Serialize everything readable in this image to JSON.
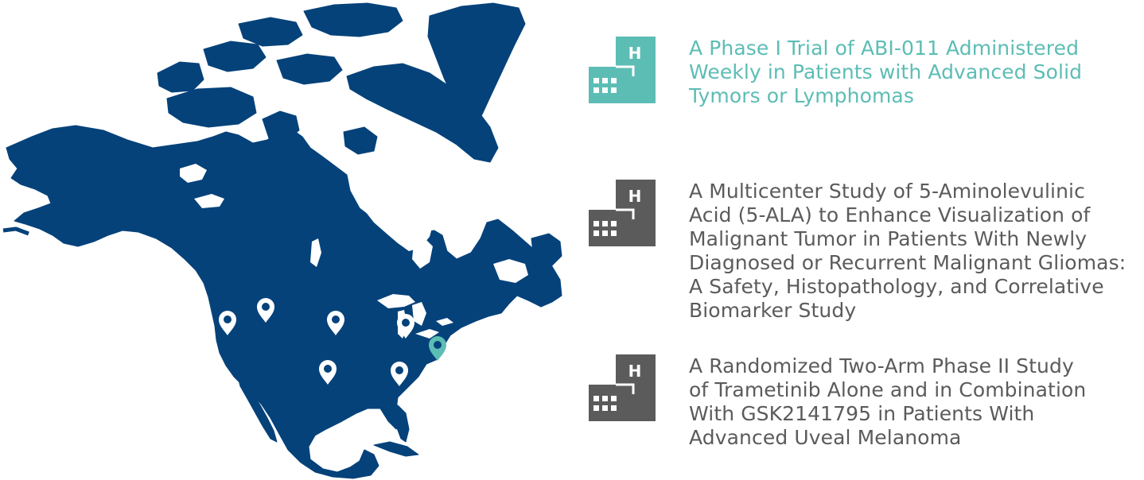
{
  "colors": {
    "land": "#05427a",
    "pin_default": "#ffffff",
    "pin_highlight": "#5cbdb5",
    "teal": "#5cbdb5",
    "gray": "#5b5b5b"
  },
  "map": {
    "region": "North America",
    "pins": [
      {
        "icon": "map-pin-icon",
        "highlight": false
      },
      {
        "icon": "map-pin-icon",
        "highlight": false
      },
      {
        "icon": "map-pin-icon",
        "highlight": false
      },
      {
        "icon": "map-pin-icon",
        "highlight": false
      },
      {
        "icon": "map-pin-icon",
        "highlight": true
      },
      {
        "icon": "map-pin-icon",
        "highlight": false
      },
      {
        "icon": "map-pin-icon",
        "highlight": false
      }
    ]
  },
  "studies": [
    {
      "icon": "hospital-icon",
      "color": "teal",
      "lines": [
        "A Phase I Trial of ABI-011 Administered",
        "Weekly in Patients with Advanced Solid",
        "Tymors or Lymphomas"
      ]
    },
    {
      "icon": "hospital-icon",
      "color": "gray",
      "lines": [
        "A Multicenter Study of 5-Aminolevulinic",
        "Acid (5-ALA) to Enhance Visualization of",
        "Malignant Tumor in Patients With Newly",
        "Diagnosed or Recurrent Malignant Gliomas:",
        "A Safety, Histopathology, and Correlative",
        "Biomarker Study"
      ]
    },
    {
      "icon": "hospital-icon",
      "color": "gray",
      "lines": [
        "A Randomized Two-Arm Phase II Study",
        "of Trametinib Alone and in Combination",
        "With GSK2141795 in Patients With",
        "Advanced Uveal Melanoma"
      ]
    }
  ]
}
